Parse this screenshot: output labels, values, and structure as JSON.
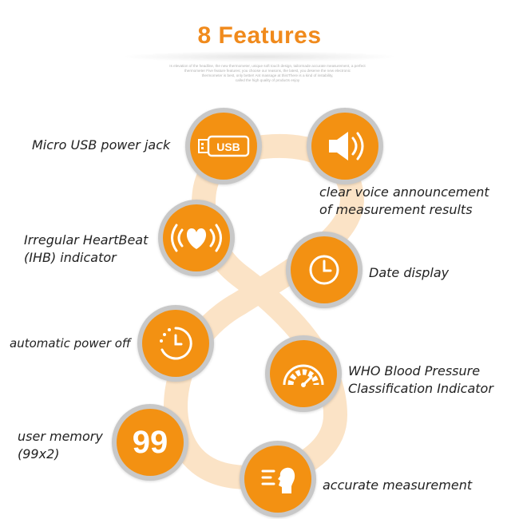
{
  "page": {
    "title": "8 Features",
    "subtext": [
      "Is elevation of the headline, the new thermometer, unique soft touch design, tailormade accurate measurement, a perfect",
      "thermometer Five feature features; you choose our reasons, the latest, you deserve the new electronic",
      "thermometer is best, only better! Ant massage at this!There is a kind of  instability,",
      "called the high quality of products enjoy"
    ]
  },
  "features": [
    {
      "id": "usb",
      "icon": "usb-icon",
      "icon_text": "USB",
      "label": [
        "Micro USB power jack"
      ]
    },
    {
      "id": "voice",
      "icon": "speaker-icon",
      "label": [
        "clear voice announcement",
        "of measurement results"
      ]
    },
    {
      "id": "ihb",
      "icon": "heartbeat-icon",
      "label": [
        "Irregular HeartBeat",
        "(IHB) indicator"
      ]
    },
    {
      "id": "date",
      "icon": "clock-icon",
      "label": [
        "Date display"
      ]
    },
    {
      "id": "poweroff",
      "icon": "timer-icon",
      "label": [
        "automatic power off"
      ]
    },
    {
      "id": "who",
      "icon": "gauge-icon",
      "label": [
        "WHO Blood Pressure",
        "Classification Indicator"
      ]
    },
    {
      "id": "memory",
      "icon": "memory-99-icon",
      "icon_text": "99",
      "label": [
        "user memory",
        "(99x2)"
      ]
    },
    {
      "id": "accuracy",
      "icon": "head-measure-icon",
      "label": [
        "accurate measurement"
      ]
    }
  ],
  "colors": {
    "accent": "#f39112",
    "title": "#f08a1c",
    "ring": "#c8c8c8",
    "eight": "#fbe3c6"
  }
}
